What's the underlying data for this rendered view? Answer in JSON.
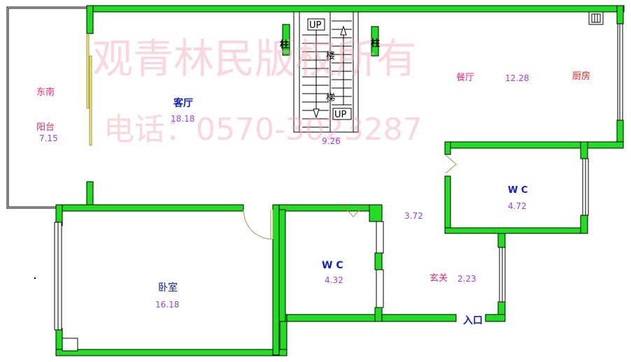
{
  "watermark": {
    "line1": "观青林民版权所有",
    "line2": "电话：0570-3023287"
  },
  "rooms": {
    "balcony": {
      "line1": "东南",
      "line2": "阳台",
      "area": "7.15"
    },
    "living": {
      "name": "客厅",
      "area": "18.18"
    },
    "stairs": {
      "char1": "楼",
      "char2": "梯",
      "area": "9.26",
      "up_top": "UP",
      "up_bottom": "UP"
    },
    "pillar_left": "柱",
    "pillar_right": "柱",
    "dining": {
      "name": "餐厅",
      "area": "12.28"
    },
    "kitchen": {
      "name": "厨房"
    },
    "wc_right": {
      "name": "W C",
      "area": "4.72"
    },
    "corridor": {
      "area": "3.72"
    },
    "bedroom": {
      "name": "卧室",
      "area": "16.18"
    },
    "wc_mid": {
      "name": "W C",
      "area": "4.32"
    },
    "foyer": {
      "name": "玄关",
      "area": "2.23"
    },
    "entrance": "入口"
  },
  "colors": {
    "wall": "#22dd22",
    "room_label": "#e8277a",
    "area": "#a040e0",
    "wc_label": "#1020c0",
    "watermark": "#f4a4b4"
  }
}
